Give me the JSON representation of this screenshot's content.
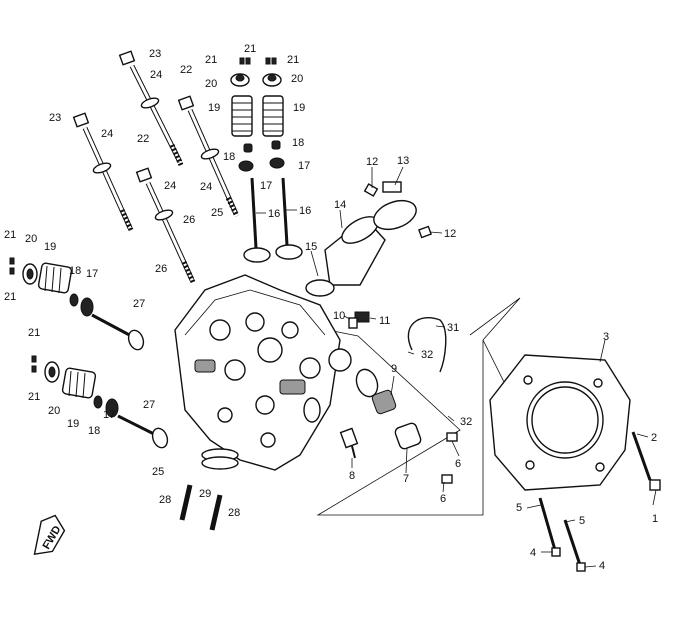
{
  "callouts": {
    "c1": "1",
    "c2": "2",
    "c3": "3",
    "c4a": "4",
    "c4b": "4",
    "c5a": "5",
    "c5b": "5",
    "c6a": "6",
    "c6b": "6",
    "c7": "7",
    "c8": "8",
    "c9": "9",
    "c10": "10",
    "c11": "11",
    "c12a": "12",
    "c12b": "12",
    "c13": "13",
    "c14": "14",
    "c15": "15",
    "c16a": "16",
    "c16b": "16",
    "c17a": "17",
    "c17b": "17",
    "c17c": "17",
    "c17d": "17",
    "c18a": "18",
    "c18b": "18",
    "c18c": "18",
    "c18d": "18",
    "c19a": "19",
    "c19b": "19",
    "c19c": "19",
    "c19d": "19",
    "c20a": "20",
    "c20b": "20",
    "c20c": "20",
    "c20d": "20",
    "c21a": "21",
    "c21b": "21",
    "c21c": "21",
    "c21d": "21",
    "c21e": "21",
    "c21f": "21",
    "c21g": "21",
    "c22a": "22",
    "c22b": "22",
    "c23a": "23",
    "c23b": "23",
    "c24a": "24",
    "c24b": "24",
    "c24c": "24",
    "c24d": "24",
    "c25a": "25",
    "c25b": "25",
    "c26a": "26",
    "c26b": "26",
    "c27a": "27",
    "c27b": "27",
    "c28a": "28",
    "c28b": "28",
    "c29": "29",
    "c31": "31",
    "c32a": "32",
    "c32b": "32"
  },
  "fwd_label": "FWD"
}
